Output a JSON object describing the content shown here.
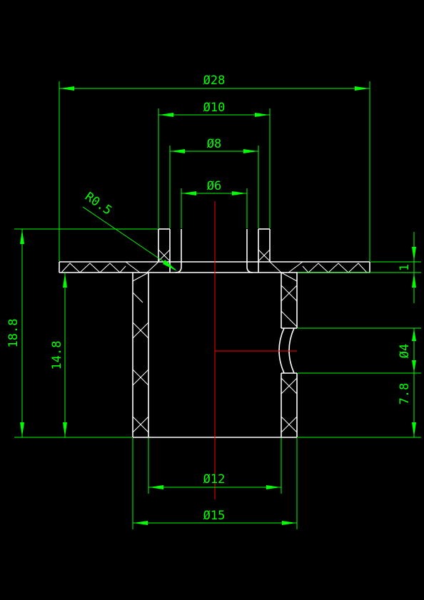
{
  "colors": {
    "background": "#000000",
    "outline": "#ffffff",
    "dimension": "#00ff00",
    "centerline": "#ff0000"
  },
  "dimensions": {
    "d28": "Ø28",
    "d10": "Ø10",
    "d8": "Ø8",
    "d6": "Ø6",
    "r05": "R0.5",
    "h1": "1",
    "h188": "18.8",
    "h148": "14.8",
    "d4": "Ø4",
    "h78": "7.8",
    "d12": "Ø12",
    "d15": "Ø15"
  }
}
